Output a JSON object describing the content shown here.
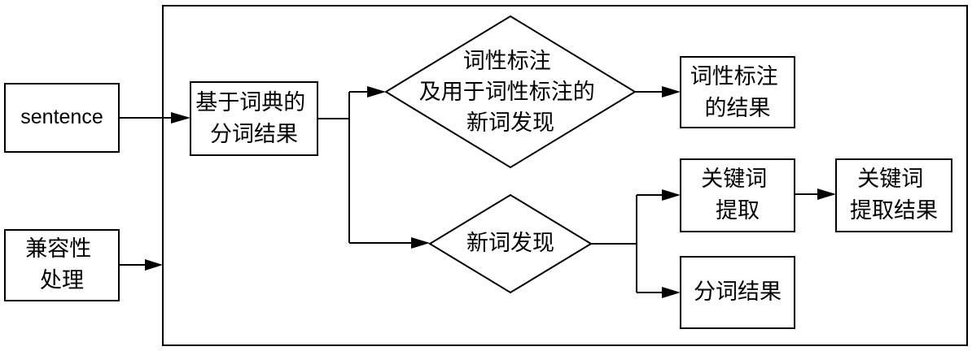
{
  "nodes": {
    "sentence": {
      "lines": [
        "sentence"
      ]
    },
    "compat": {
      "lines": [
        "兼容性",
        "处理"
      ]
    },
    "dict_seg": {
      "lines": [
        "基于词典的",
        "分词结果"
      ]
    },
    "pos_decision": {
      "lines": [
        "词性标注",
        "及用于词性标注的",
        "新词发现"
      ]
    },
    "pos_result": {
      "lines": [
        "词性标注",
        "的结果"
      ]
    },
    "newword_decision": {
      "lines": [
        "新词发现"
      ]
    },
    "keyword": {
      "lines": [
        "关键词",
        "提取"
      ]
    },
    "keyword_result": {
      "lines": [
        "关键词",
        "提取结果"
      ]
    },
    "seg_result": {
      "lines": [
        "分词结果"
      ]
    }
  }
}
